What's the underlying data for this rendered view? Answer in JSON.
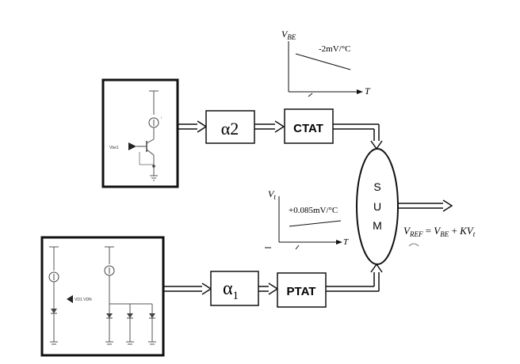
{
  "blocks": {
    "alpha2": "α2",
    "alpha1": "α",
    "alpha1_sub": "1",
    "ctat": "CTAT",
    "ptat": "PTAT",
    "sum_letters": [
      "S",
      "U",
      "M"
    ]
  },
  "ctat_graph": {
    "ylabel_main": "V",
    "ylabel_sub": "BE",
    "xlabel": "T",
    "slope_label": "-2mV/°C"
  },
  "ptat_graph": {
    "ylabel_main": "V",
    "ylabel_sub": "t",
    "xlabel": "T",
    "slope_label": "+0.085mV/°C"
  },
  "equation": {
    "lhs_main": "V",
    "lhs_sub": "REF",
    "eq": " = ",
    "term1_main": "V",
    "term1_sub": "BE",
    "plus": " + ",
    "term2_main": "KV",
    "term2_sub": "t"
  },
  "schematic_labels": {
    "vbe_pin": "Vbe1",
    "vd_pin": "VD1 VDN"
  }
}
